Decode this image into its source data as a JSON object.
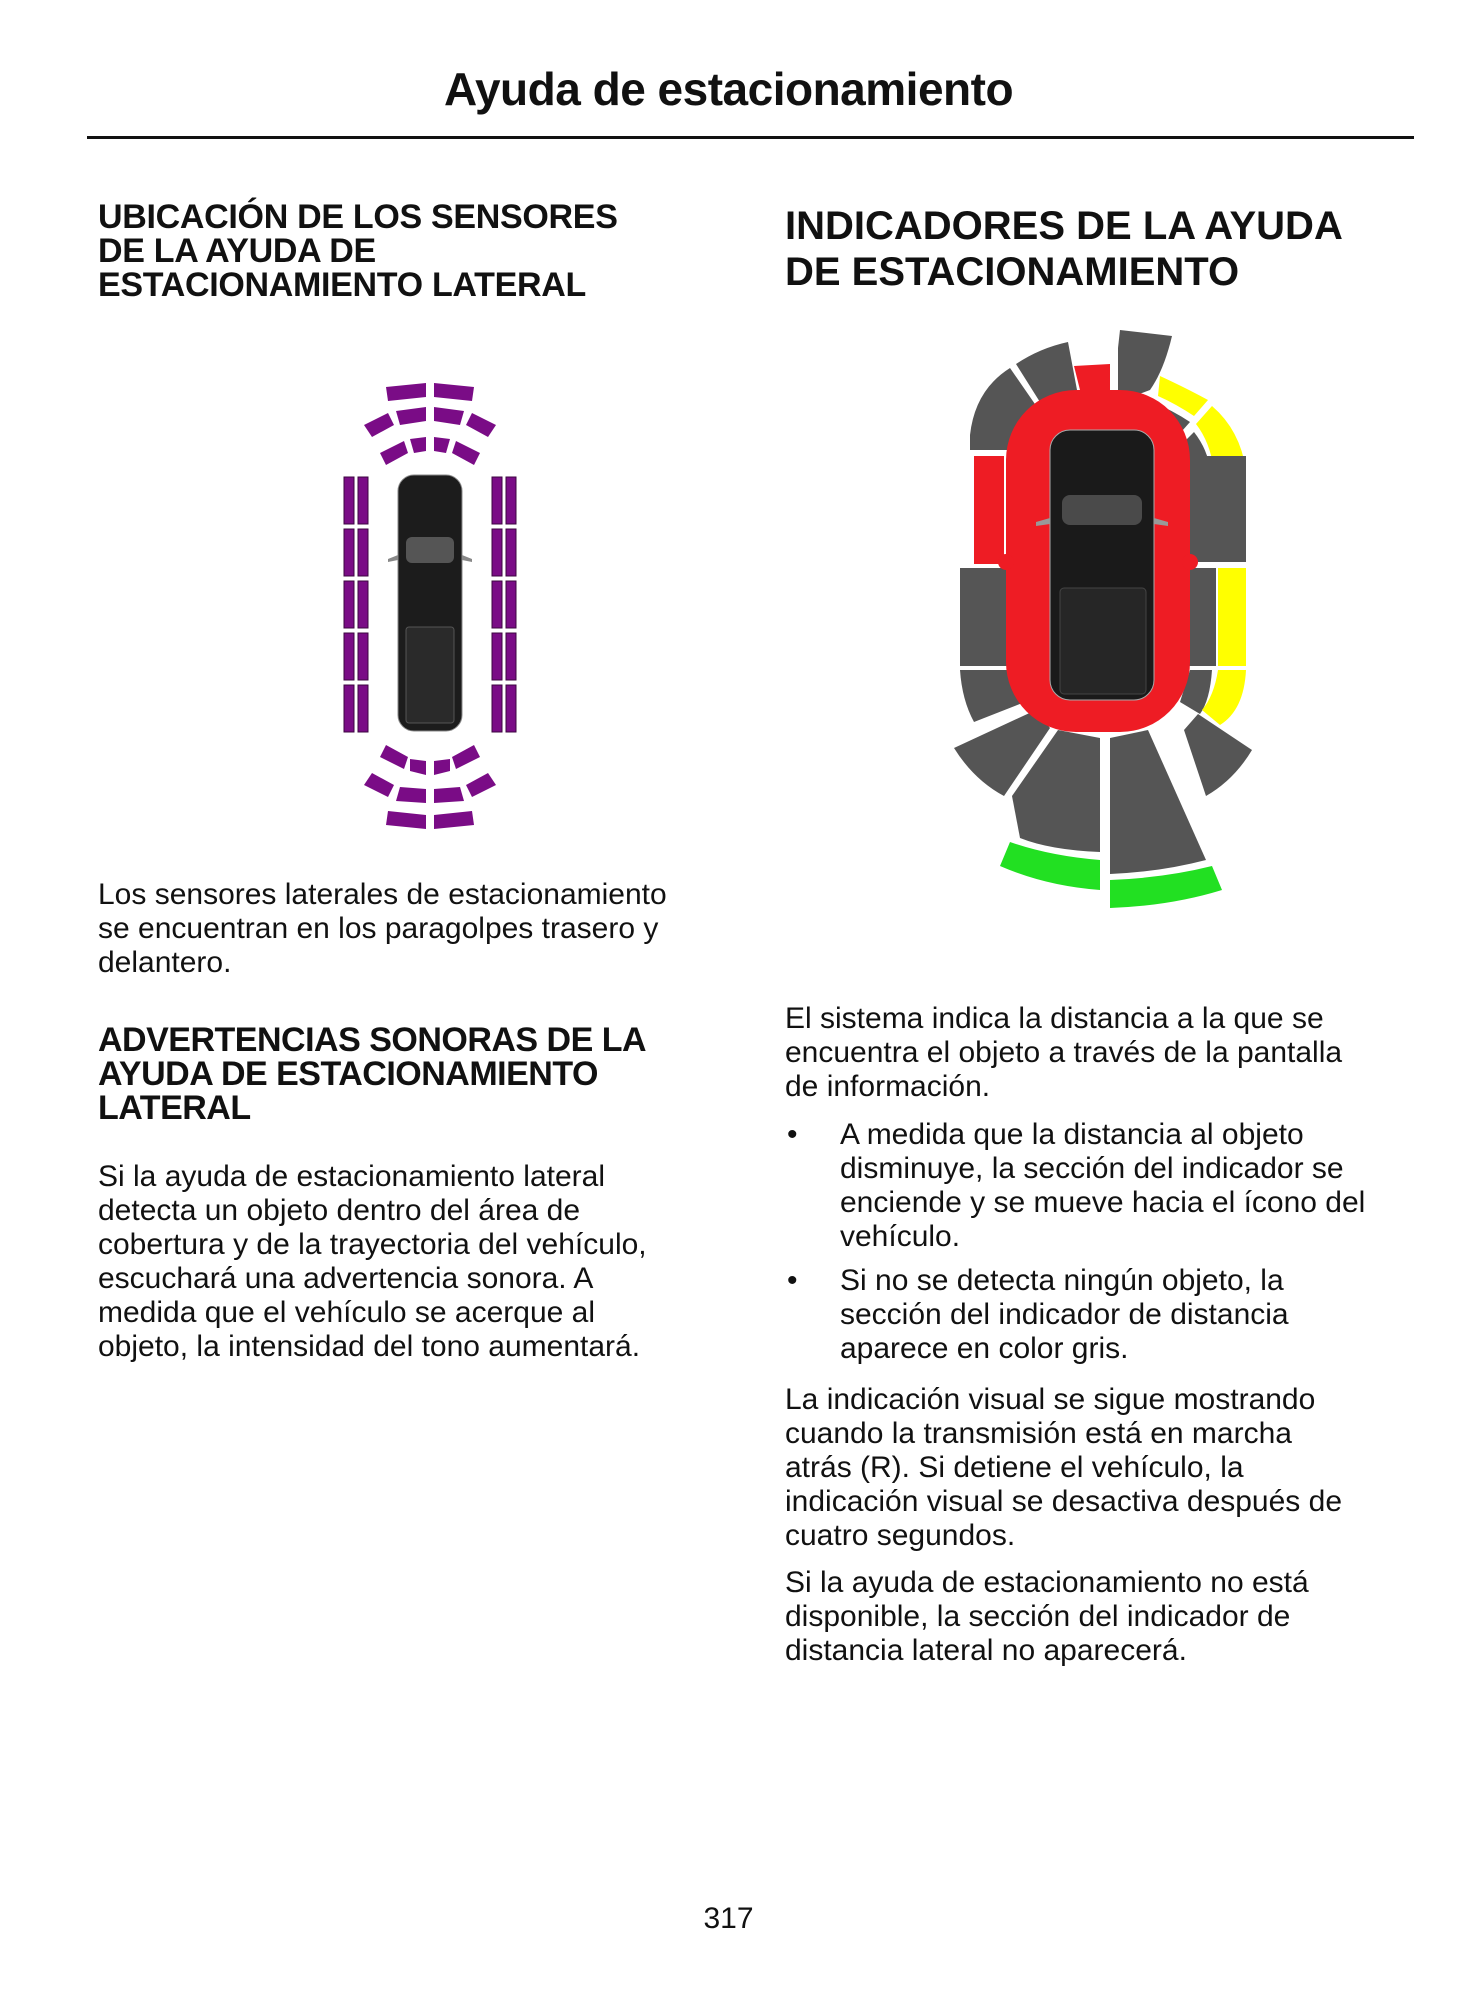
{
  "page": {
    "title": "Ayuda de estacionamiento",
    "page_number": "317"
  },
  "left_column": {
    "heading1": {
      "lines": [
        "UBICACIÓN DE LOS SENSORES",
        "DE LA AYUDA DE",
        "ESTACIONAMIENTO LATERAL"
      ]
    },
    "figure1": {
      "description": "Vista superior del vehículo con sensores laterales de estacionamiento (segmentos morados)",
      "sensor_color": "#7a0c86"
    },
    "paragraph1": {
      "lines": [
        "Los sensores laterales de estacionamiento",
        "se encuentran en los paragolpes trasero y",
        "delantero."
      ]
    },
    "heading2": {
      "lines": [
        "ADVERTENCIAS SONORAS DE LA",
        "AYUDA DE ESTACIONAMIENTO",
        "LATERAL"
      ]
    },
    "paragraph2": {
      "lines": [
        "Si la ayuda de estacionamiento lateral",
        "detecta un objeto dentro del área de",
        "cobertura y de la trayectoria del vehículo,",
        "escuchará una advertencia sonora. A",
        "medida que el vehículo se acerque al",
        "objeto, la intensidad del tono aumentará."
      ]
    }
  },
  "right_column": {
    "heading1": {
      "lines": [
        "INDICADORES DE LA AYUDA",
        "DE ESTACIONAMIENTO"
      ]
    },
    "figure2": {
      "description": "Indicador de distancia de la ayuda de estacionamiento con secciones gris, rojo, amarillo y verde",
      "colors": {
        "gray": "#555555",
        "red": "#ee1c24",
        "yellow": "#ffff00",
        "green": "#22e022",
        "car": "#1a1a1a"
      }
    },
    "paragraph1": {
      "lines": [
        "El sistema indica la distancia a la que se",
        "encuentra el objeto a través de la pantalla",
        "de información."
      ]
    },
    "bullets": [
      {
        "marker": "•",
        "lines": [
          "A medida que la distancia al objeto",
          "disminuye, la sección del indicador se",
          "enciende y se mueve hacia el ícono del",
          "vehículo."
        ]
      },
      {
        "marker": "•",
        "lines": [
          "Si no se detecta ningún objeto, la",
          "sección del indicador de distancia",
          "aparece en color gris."
        ]
      }
    ],
    "paragraph2": {
      "lines": [
        "La indicación visual se sigue mostrando",
        "cuando la transmisión está en marcha",
        "atrás (R). Si detiene el vehículo, la",
        "indicación visual se desactiva después de",
        "cuatro segundos."
      ]
    },
    "paragraph3": {
      "lines": [
        "Si la ayuda de estacionamiento no está",
        "disponible, la sección del indicador de",
        "distancia lateral no aparecerá."
      ]
    }
  }
}
